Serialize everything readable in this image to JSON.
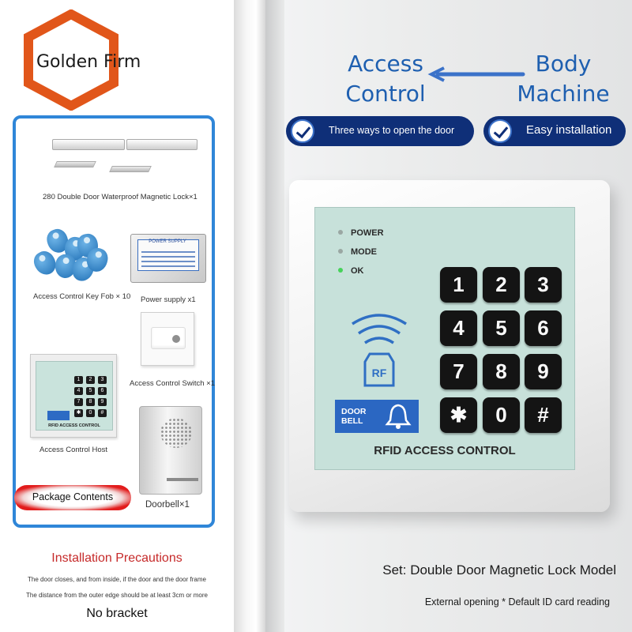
{
  "brand": {
    "name": "Golden Firm",
    "hex_color": "#e1561a"
  },
  "package": {
    "items": [
      {
        "label": "280 Double Door Waterproof Magnetic Lock×1",
        "icon": "magnetic-lock"
      },
      {
        "label": "Access Control Key Fob × 10",
        "icon": "key-fob"
      },
      {
        "label": "Power supply x1",
        "icon": "power-supply"
      },
      {
        "label": "Access Control Switch ×1",
        "icon": "exit-switch"
      },
      {
        "label": "Access Control Host",
        "icon": "access-host"
      },
      {
        "label": "Doorbell×1",
        "icon": "doorbell"
      }
    ],
    "badge": "Package Contents",
    "psu_label": "POWER SUPPLY",
    "frame_color": "#2f86d8"
  },
  "installation": {
    "title": "Installation Precautions",
    "notes": [
      "The door closes, and from inside, if the door and the door frame",
      "The distance from the outer edge should be at least 3cm or more"
    ],
    "no_bracket": "No bracket"
  },
  "header": {
    "left_title": "Access\nControl",
    "right_title": "Body\nMachine",
    "color": "#1e5fb0",
    "features": [
      {
        "text": "Three ways to open the door",
        "icon": "check-icon"
      },
      {
        "text": "Easy installation",
        "icon": "check-icon"
      }
    ]
  },
  "device": {
    "leds": [
      "POWER",
      "MODE",
      "OK"
    ],
    "keys": [
      "1",
      "2",
      "3",
      "4",
      "5",
      "6",
      "7",
      "8",
      "9",
      "✱",
      "0",
      "#"
    ],
    "rf_label": "RF",
    "doorbell_label": "DOOR\nBELL",
    "title": "RFID ACCESS CONTROL"
  },
  "host_small": {
    "keys": [
      "1",
      "2",
      "3",
      "4",
      "5",
      "6",
      "7",
      "8",
      "9",
      "✱",
      "0",
      "#"
    ],
    "title": "RFID ACCESS CONTROL"
  },
  "footer": {
    "set_line": "Set: Double Door Magnetic Lock Model",
    "external_line": "External opening * Default ID card reading"
  }
}
